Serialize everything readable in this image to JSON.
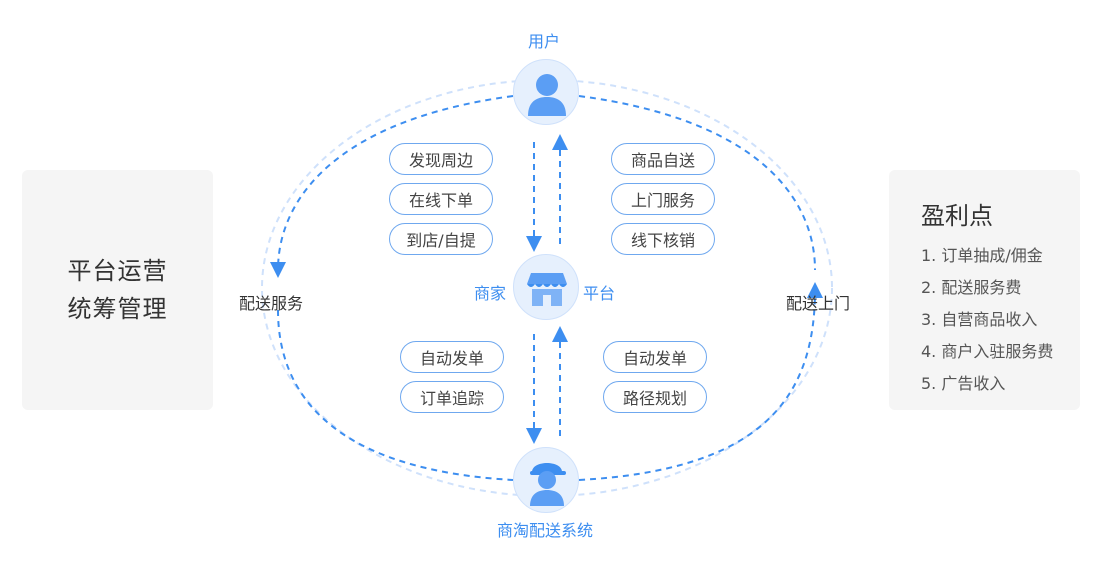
{
  "nodes": {
    "user": {
      "label": "用户",
      "icon": "user-icon"
    },
    "platform": {
      "left_label": "商家",
      "right_label": "平台",
      "icon": "store-icon"
    },
    "delivery": {
      "label": "商淘配送系统",
      "icon": "courier-icon"
    }
  },
  "upper_left_pills": [
    "发现周边",
    "在线下单",
    "到店/自提"
  ],
  "upper_right_pills": [
    "商品自送",
    "上门服务",
    "线下核销"
  ],
  "lower_left_pills": [
    "自动发单",
    "订单追踪"
  ],
  "lower_right_pills": [
    "自动发单",
    "路径规划"
  ],
  "loop_labels": {
    "left": "配送服务",
    "right": "配送上门"
  },
  "left_panel": {
    "line1": "平台运营",
    "line2": "统筹管理"
  },
  "right_panel": {
    "title": "盈利点",
    "items": [
      "1. 订单抽成/佣金",
      "2. 配送服务费",
      "3. 自营商品收入",
      "4. 商户入驻服务费",
      "5. 广告收入"
    ]
  },
  "colors": {
    "accent": "#3d8ef0",
    "light_ring": "#cfe1fb",
    "node_fill": "#e6f0fd",
    "pill_border": "#6fa8ef",
    "panel_bg": "#f5f5f5"
  }
}
